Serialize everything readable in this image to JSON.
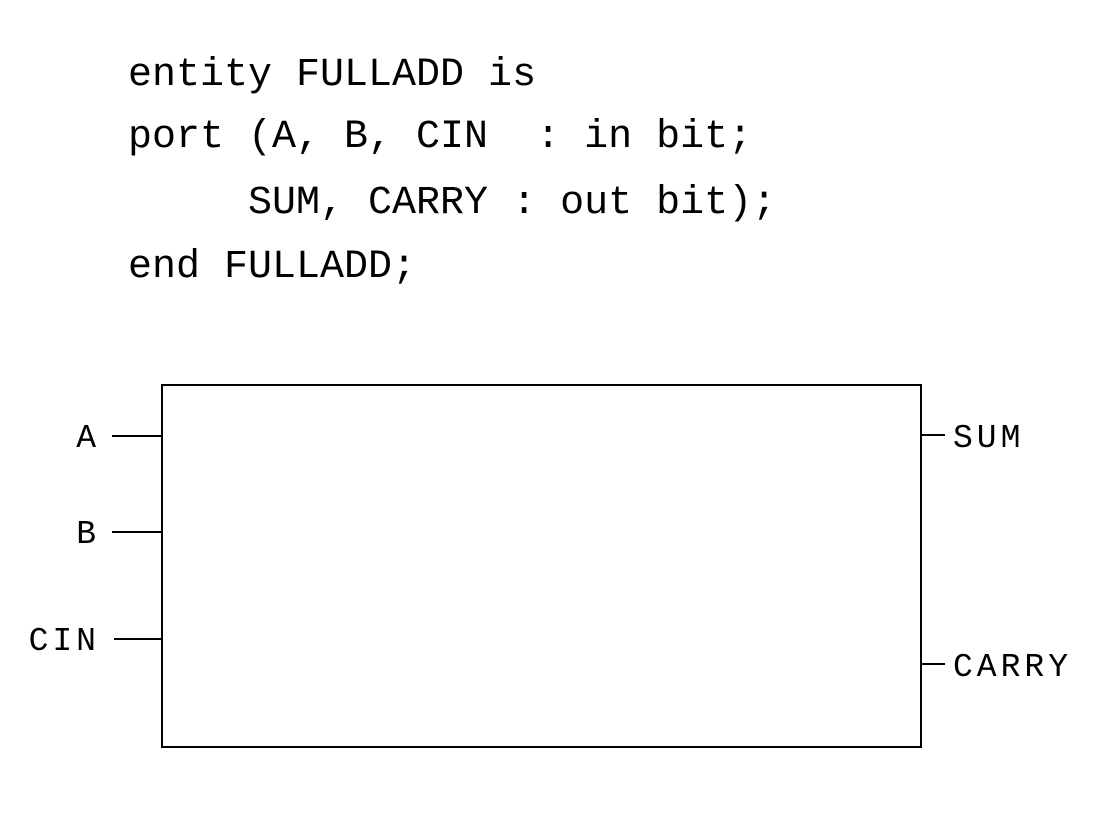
{
  "code": {
    "lines": [
      "entity FULLADD is",
      "port (A, B, CIN  : in bit;",
      "     SUM, CARRY : out bit);",
      "end FULLADD;"
    ]
  },
  "block": {
    "inputs": [
      "A",
      "B",
      "CIN"
    ],
    "outputs": [
      "SUM",
      "CARRY"
    ]
  }
}
